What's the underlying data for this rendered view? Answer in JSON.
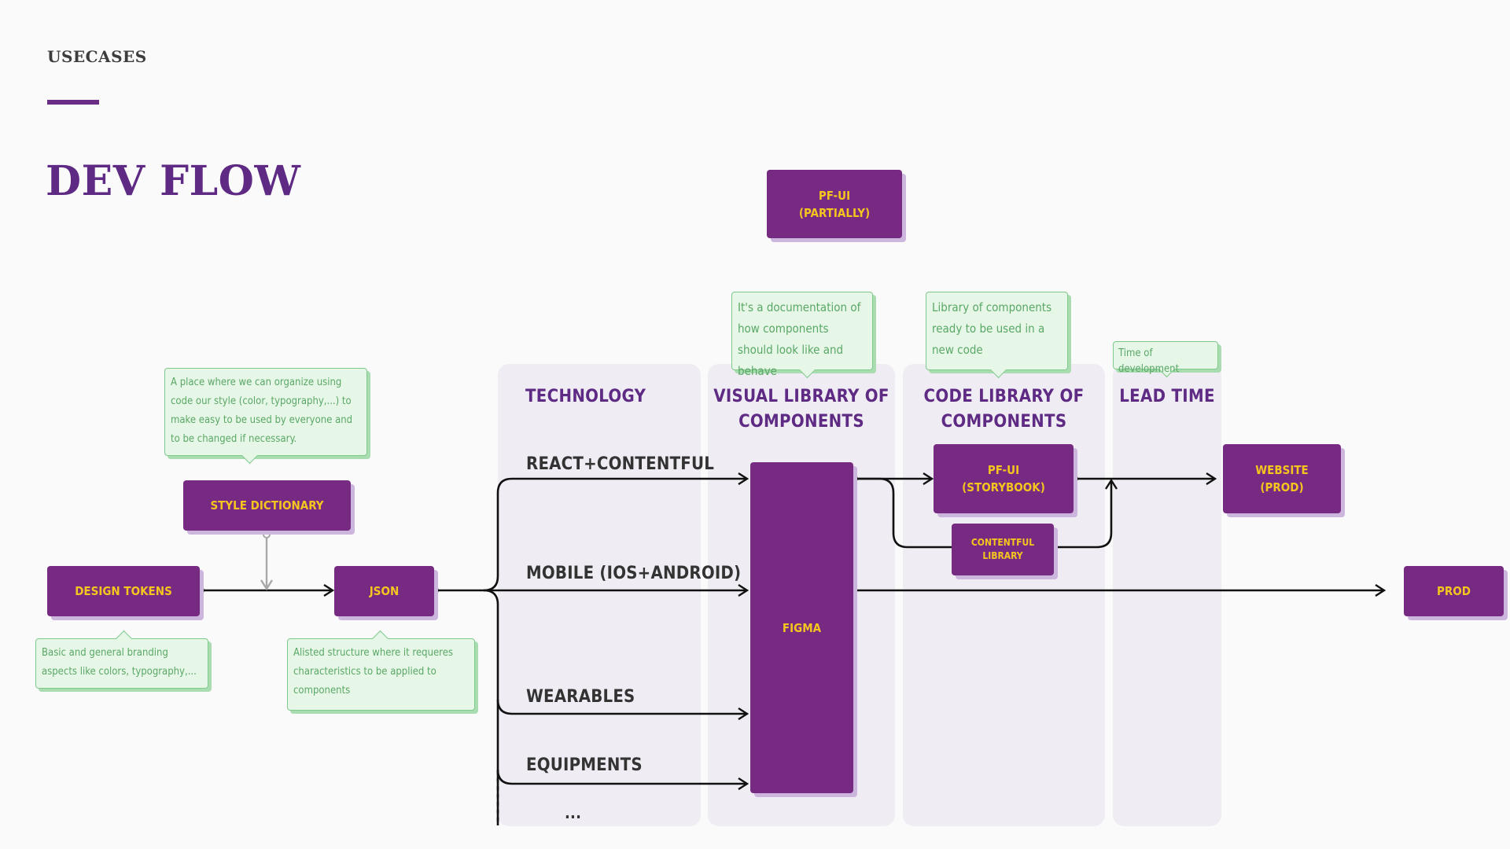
{
  "header": {
    "eyebrow": "USECASES",
    "title": "DEV FLOW"
  },
  "colors": {
    "accent": "#772a82",
    "box_text": "#f5c51f",
    "note_bg": "#e6f7e8",
    "note_text": "#5aa766",
    "column_bg": "#efedf3"
  },
  "columns": {
    "technology": "TECHNOLOGY",
    "visual_library": "VISUAL LIBRARY OF\nCOMPONENTS",
    "code_library": "CODE LIBRARY OF\nCOMPONENTS",
    "lead_time": "LEAD TIME"
  },
  "rows": {
    "react": "REACT+CONTENTFUL",
    "mobile": "MOBILE (IOS+ANDROID)",
    "wearables": "WEARABLES",
    "equipments": "EQUIPMENTS",
    "more": "..."
  },
  "boxes": {
    "design_tokens": "DESIGN TOKENS",
    "style_dictionary": "STYLE DICTIONARY",
    "json": "JSON",
    "figma": "FIGMA",
    "pf_ui_partial": "PF-UI\n(PARTIALLY)",
    "pf_ui_storybook": "PF-UI\n(STORYBOOK)",
    "contentful_library": "CONTENTFUL\nLIBRARY",
    "website": "WEBSITE\n(PROD)",
    "prod": "PROD"
  },
  "notes": {
    "style_dictionary": "A place where we can organize using code our style (color, typography,...) to make easy to be used by everyone and to be changed if necessary.",
    "design_tokens": "Basic and general branding aspects like colors, typography,...",
    "json": "Alisted structure where it requeres characteristics to be applied to components",
    "visual_library": "It's a documentation of how components should look like and behave",
    "code_library": "Library of components ready to be used in a new code",
    "lead_time": "Time of development"
  }
}
